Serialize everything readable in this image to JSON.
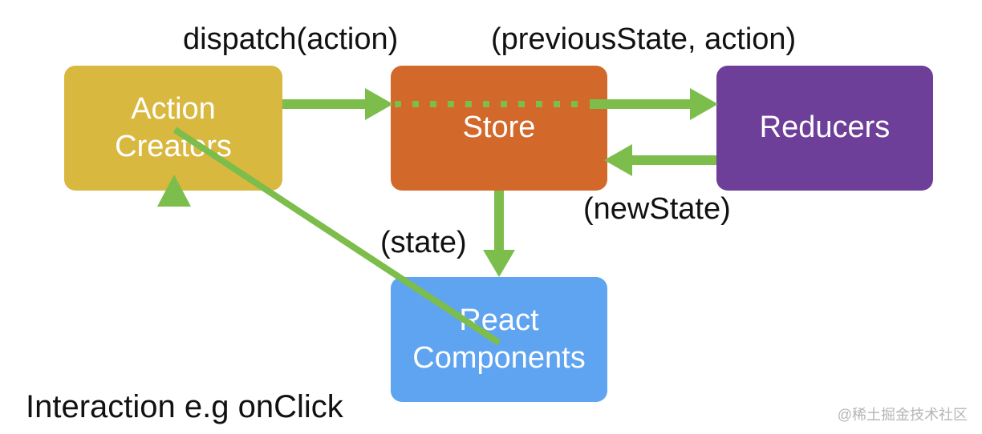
{
  "boxes": {
    "action_creators": [
      "Action",
      "Creators"
    ],
    "store": "Store",
    "reducers": "Reducers",
    "react_components": [
      "React",
      "Components"
    ]
  },
  "labels": {
    "dispatch": "dispatch(action)",
    "previous_state": "(previousState, action)",
    "new_state": "(newState)",
    "state": "(state)",
    "interaction": "Interaction e.g onClick"
  },
  "watermark": "@稀土掘金技术社区",
  "colors": {
    "arrow": "#7cbd4c",
    "action_creators": "#d9b840",
    "store": "#d2682a",
    "reducers": "#6d3f98",
    "react_components": "#5fa4f0"
  }
}
